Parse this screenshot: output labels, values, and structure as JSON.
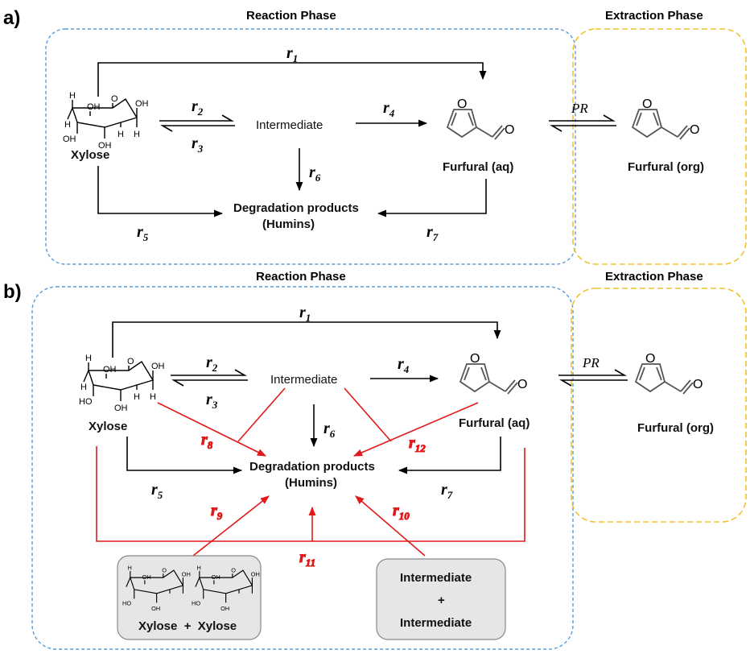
{
  "panel_a": {
    "label": "a)",
    "reaction_phase": "Reaction Phase",
    "extraction_phase": "Extraction Phase",
    "xylose": "Xylose",
    "intermediate": "Intermediate",
    "furfural_aq": "Furfural (aq)",
    "furfural_org": "Furfural (org)",
    "degradation_line1": "Degradation products",
    "degradation_line2": "(Humins)",
    "pr": "PR",
    "rates": {
      "r1": {
        "r": "r",
        "n": "1"
      },
      "r2": {
        "r": "r",
        "n": "2"
      },
      "r3": {
        "r": "r",
        "n": "3"
      },
      "r4": {
        "r": "r",
        "n": "4"
      },
      "r5": {
        "r": "r",
        "n": "5"
      },
      "r6": {
        "r": "r",
        "n": "6"
      },
      "r7": {
        "r": "r",
        "n": "7"
      }
    }
  },
  "panel_b": {
    "label": "b)",
    "reaction_phase": "Reaction Phase",
    "extraction_phase": "Extraction Phase",
    "xylose": "Xylose",
    "intermediate": "Intermediate",
    "furfural_aq": "Furfural (aq)",
    "furfural_org": "Furfural (org)",
    "degradation_line1": "Degradation products",
    "degradation_line2": "(Humins)",
    "pr": "PR",
    "xylose_pair": "Xylose  +  Xylose",
    "intermediate_pair": {
      "top": "Intermediate",
      "plus": "+",
      "bottom": "Intermediate"
    },
    "rates": {
      "r1": {
        "r": "r",
        "n": "1"
      },
      "r2": {
        "r": "r",
        "n": "2"
      },
      "r3": {
        "r": "r",
        "n": "3"
      },
      "r4": {
        "r": "r",
        "n": "4"
      },
      "r5": {
        "r": "r",
        "n": "5"
      },
      "r6": {
        "r": "r",
        "n": "6"
      },
      "r7": {
        "r": "r",
        "n": "7"
      },
      "r8": {
        "r": "r",
        "n": "8"
      },
      "r9": {
        "r": "r",
        "n": "9"
      },
      "r10": {
        "r": "r",
        "n": "10"
      },
      "r11": {
        "r": "r",
        "n": "11"
      },
      "r12": {
        "r": "r",
        "n": "12"
      }
    }
  },
  "atoms": {
    "O": "O",
    "H": "H",
    "OH": "OH",
    "HO": "HO"
  },
  "colors": {
    "reaction_border": "#5b9bd5",
    "extraction_border": "#f2c12e",
    "new_pathway": "#e11919",
    "dimer_box_fill": "#e6e6e6",
    "arrow": "#000000"
  }
}
